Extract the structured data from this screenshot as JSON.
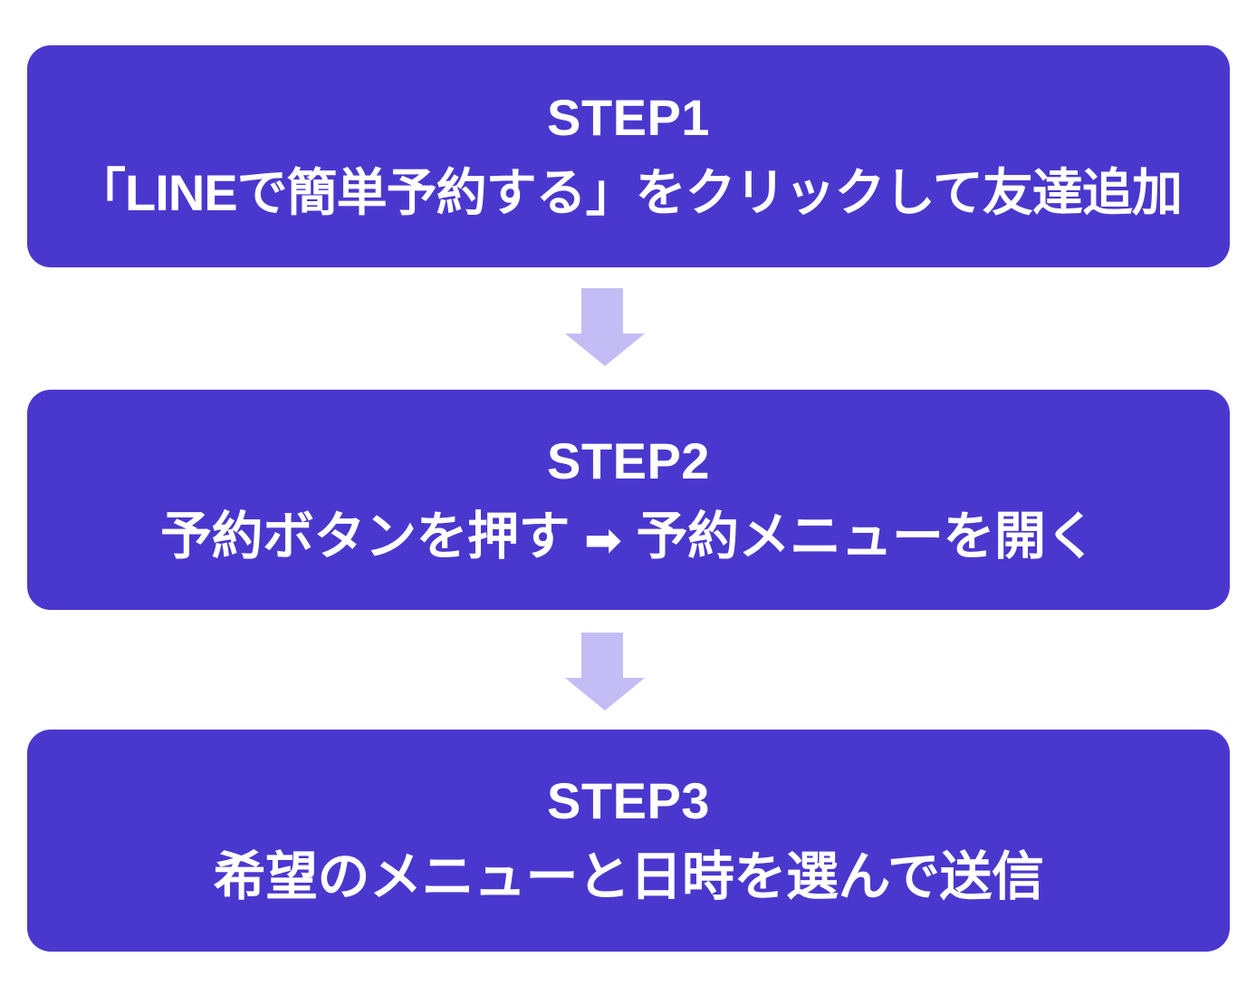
{
  "meta": {
    "colors": {
      "box_fill": "#4A38CE",
      "box_text": "#FFFFFF",
      "connector_arrow": "#C4BDF5",
      "background": "#FFFFFF"
    }
  },
  "flow": {
    "steps": [
      {
        "title": "STEP1",
        "description": "「LINEで簡単予約する」をクリックして友達追加"
      },
      {
        "title": "STEP2",
        "description_before": "予約ボタンを押す",
        "inline_arrow": "➡",
        "description_after": "予約メニューを開く"
      },
      {
        "title": "STEP3",
        "description": "希望のメニューと日時を選んで送信"
      }
    ],
    "connectors": [
      {
        "icon": "down-arrow-icon"
      },
      {
        "icon": "down-arrow-icon"
      }
    ]
  }
}
